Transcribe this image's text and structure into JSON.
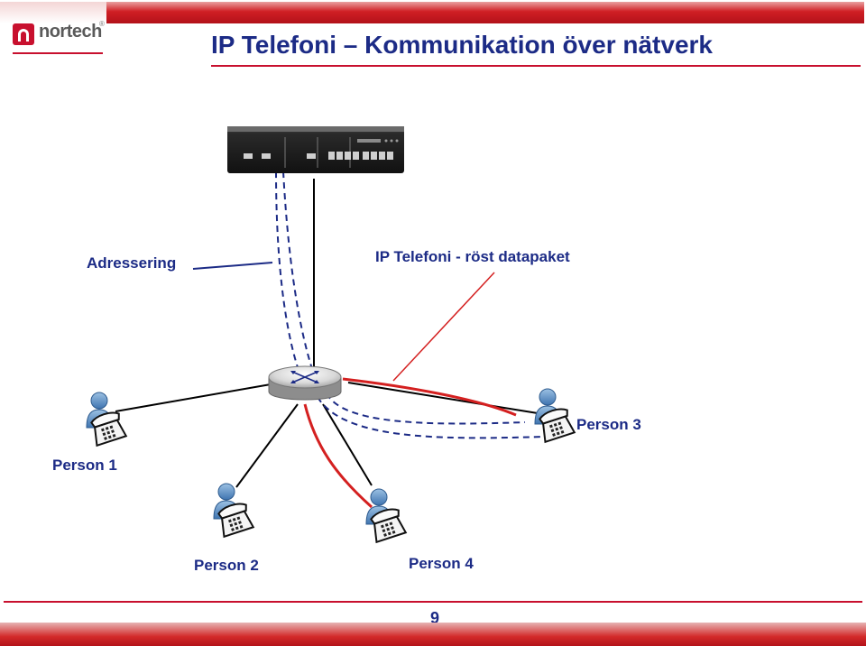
{
  "logo": {
    "text": "nortech",
    "mark": "®"
  },
  "title": "IP Telefoni – Kommunikation över nätverk",
  "labels": {
    "addressing": "Adressering",
    "ip_voice": "IP Telefoni  - röst datapaket",
    "person1": "Person 1",
    "person2": "Person 2",
    "person3": "Person 3",
    "person4": "Person 4"
  },
  "page_number": "9",
  "colors": {
    "accent_red": "#c8102e",
    "title_blue": "#1c2b86",
    "voice_path": "#d42020",
    "address_path": "#1c2b86"
  },
  "nodes": {
    "server": "server-appliance",
    "router": "router",
    "phones": [
      "Person 1",
      "Person 2",
      "Person 3",
      "Person 4"
    ]
  }
}
